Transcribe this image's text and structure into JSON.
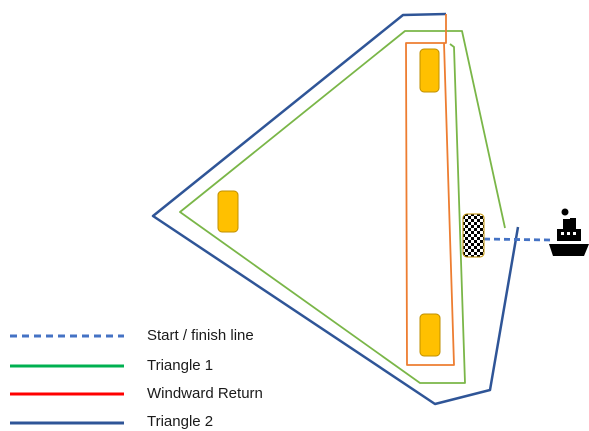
{
  "colors": {
    "triangle_1": "#7ab648",
    "windward_return": "#ed7d31",
    "triangle_2": "#2f5597",
    "start_finish_line": "#4472c4",
    "legend_triangle_1": "#00b050",
    "legend_windward_return": "#ff0000",
    "legend_triangle_2": "#2f5597",
    "mark_fill": "#ffc000",
    "mark_stroke": "#bf8f00",
    "boat": "#000000"
  },
  "icons": {
    "committee_boat": "boat-icon",
    "pin_end": "checkered-flag-icon",
    "marks": "buoy-icon"
  },
  "legend": {
    "start_finish_label": "Start / finish line",
    "triangle_1_label": "Triangle 1",
    "windward_return_label": "Windward Return",
    "triangle_2_label": "Triangle 2"
  }
}
